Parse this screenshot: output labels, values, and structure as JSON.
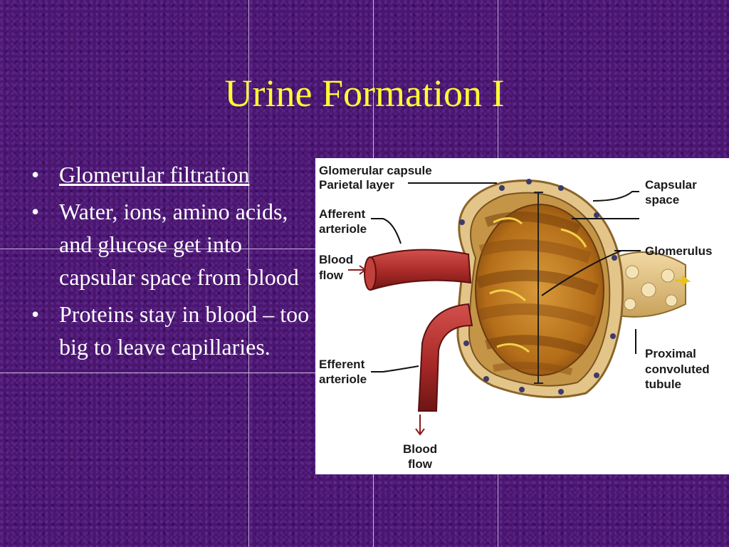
{
  "slide": {
    "title": "Urine Formation I",
    "bullets": [
      {
        "text": "Glomerular filtration",
        "underlined": true
      },
      {
        "text": "Water, ions, amino acids, and glucose get into capsular space from blood"
      },
      {
        "text": "Proteins stay in blood – too big to leave capillaries."
      }
    ],
    "bullet_symbol": "•"
  },
  "figure": {
    "labels": {
      "capsule_line1": "Glomerular capsule",
      "capsule_line2": "Parietal layer",
      "afferent_line1": "Afferent",
      "afferent_line2": "arteriole",
      "bloodflow_in_line1": "Blood",
      "bloodflow_in_line2": "flow",
      "efferent_line1": "Efferent",
      "efferent_line2": "arteriole",
      "capsular_space_line1": "Capsular",
      "capsular_space_line2": "space",
      "glomerulus": "Glomerulus",
      "proximal_line1": "Proximal",
      "proximal_line2": "convoluted",
      "proximal_line3": "tubule",
      "bloodflow_out_line1": "Blood",
      "bloodflow_out_line2": "flow"
    }
  },
  "colors": {
    "background": "#4a1670",
    "title": "#ffff33",
    "text": "#ffffff",
    "vessel_red": "#b5312f",
    "capsule_tan": "#c8963c",
    "glomerulus_orange": "#c47a1e"
  }
}
